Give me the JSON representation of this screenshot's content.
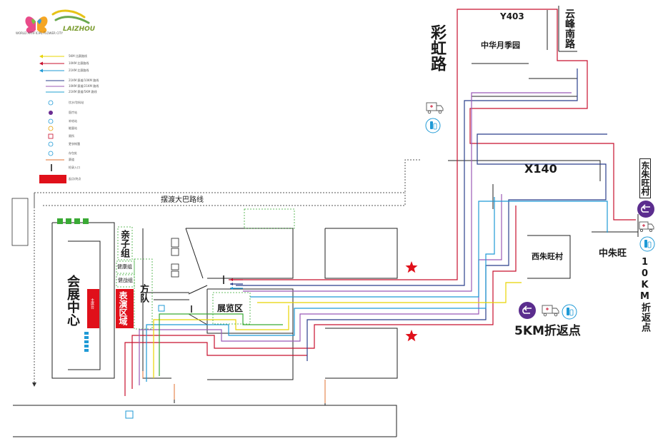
{
  "logo": {
    "brand_text": "LAIZHOU",
    "tagline_text": "WORLD ARTIFICIAL FLOWER CITY"
  },
  "legend": {
    "items": [
      {
        "symbol": "arrow",
        "color": "#e8d400",
        "text": "5KM 比赛路线"
      },
      {
        "symbol": "arrow",
        "color": "#c8102e",
        "text": "10KM 比赛路线"
      },
      {
        "symbol": "arrow",
        "color": "#1f9ad6",
        "text": "21KM 比赛路线"
      },
      {
        "symbol": "line",
        "color": "#2b3f8c",
        "text": "21KM 赛道/10KM 路线"
      },
      {
        "symbol": "line",
        "color": "#9b59b6",
        "text": "10KM 赛道/21KM 路线"
      },
      {
        "symbol": "line",
        "color": "#20a0d0",
        "text": "21KM 赛道/5KM 路线"
      },
      {
        "symbol": "circle",
        "color": "#1f9ad6",
        "text": "饮水/饮料站"
      },
      {
        "symbol": "circle",
        "color": "#6a2c91",
        "text": "医疗站"
      },
      {
        "symbol": "circle",
        "color": "#1f9ad6",
        "text": "补给站"
      },
      {
        "symbol": "circle",
        "color": "#e8a000",
        "text": "能量站"
      },
      {
        "symbol": "circle",
        "color": "#c8102e",
        "text": "厕所"
      },
      {
        "symbol": "circle",
        "color": "#1f9ad6",
        "text": "更衣帐篷"
      },
      {
        "symbol": "circle",
        "color": "#1f9ad6",
        "text": "存包处"
      },
      {
        "symbol": "line",
        "color": "#e07030",
        "text": "赛道"
      },
      {
        "symbol": "bar",
        "color": "#111111",
        "text": "检录入口"
      },
      {
        "symbol": "rect",
        "color": "#e0101a",
        "text": "起点/终点"
      }
    ]
  },
  "roads": {
    "rainbow_road": "彩虹路",
    "y403": "Y403",
    "yunfeng_south": "云峰南路",
    "x140": "X140",
    "shuttle_bus": "摆渡大巴路线"
  },
  "places": {
    "rose_garden": "中华月季园",
    "exhibition_center": "会展中心",
    "family_group": "亲子组",
    "health_group": "健康组",
    "fitness_group": "健战组",
    "phalanx": "方队",
    "performance_area": "表演区域",
    "exhibit_area": "展览区",
    "xizhuwang": "西朱旺村",
    "zhongzhuwang": "中朱旺",
    "dongzhuwang": "东朱旺村",
    "main_stage": "主席台"
  },
  "turnarounds": {
    "km5": "5KM折返点",
    "km10": "10KM折返点"
  },
  "colors": {
    "km5": "#e8d400",
    "km10": "#c8102e",
    "km21": "#1f9ad6",
    "accent_red": "#e0101a",
    "turnaround_purple": "#5b2d8e",
    "dashed_gray": "#555555",
    "green_box": "#3aaa35"
  }
}
